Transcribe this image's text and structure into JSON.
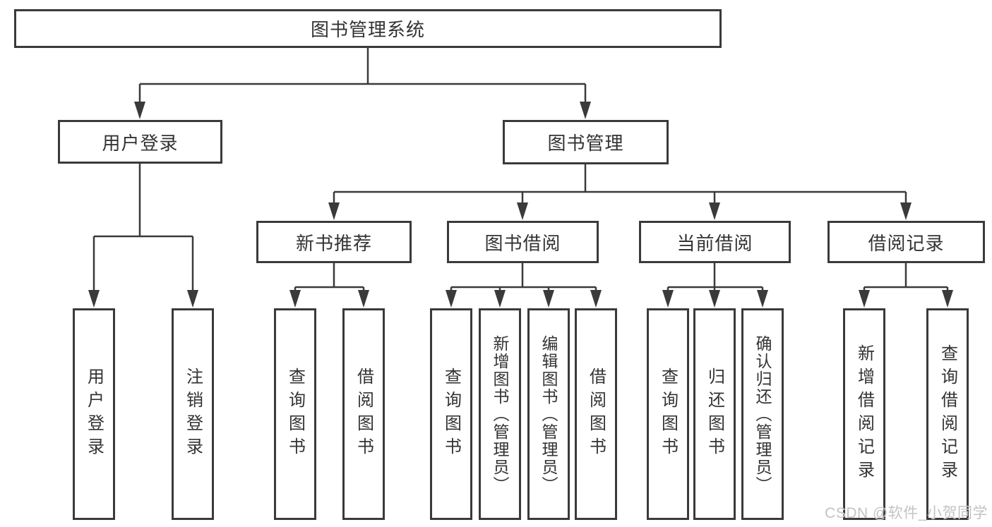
{
  "diagram_title": "图书管理系统",
  "tree": {
    "root": {
      "label": "图书管理系统",
      "children": [
        {
          "label": "用户登录",
          "children": [
            {
              "label": "用户登录"
            },
            {
              "label": "注销登录"
            }
          ]
        },
        {
          "label": "图书管理",
          "children": [
            {
              "label": "新书推荐",
              "children": [
                {
                  "label": "查询图书"
                },
                {
                  "label": "借阅图书"
                }
              ]
            },
            {
              "label": "图书借阅",
              "children": [
                {
                  "label": "查询图书"
                },
                {
                  "label": "新增图书（管理员）"
                },
                {
                  "label": "编辑图书（管理员）"
                },
                {
                  "label": "借阅图书"
                }
              ]
            },
            {
              "label": "当前借阅",
              "children": [
                {
                  "label": "查询图书"
                },
                {
                  "label": "归还图书"
                },
                {
                  "label": "确认归还（管理员）"
                }
              ]
            },
            {
              "label": "借阅记录",
              "children": [
                {
                  "label": "新增借阅记录"
                },
                {
                  "label": "查询借阅记录"
                }
              ]
            }
          ]
        }
      ]
    }
  },
  "watermark": "CSDN @软件_小贺同学",
  "colors": {
    "line": "#3a3a3a",
    "box_border": "#3a3a3a",
    "box_fill": "#ffffff",
    "text": "#333333",
    "watermark": "#c3c3c3",
    "background": "#ffffff"
  }
}
